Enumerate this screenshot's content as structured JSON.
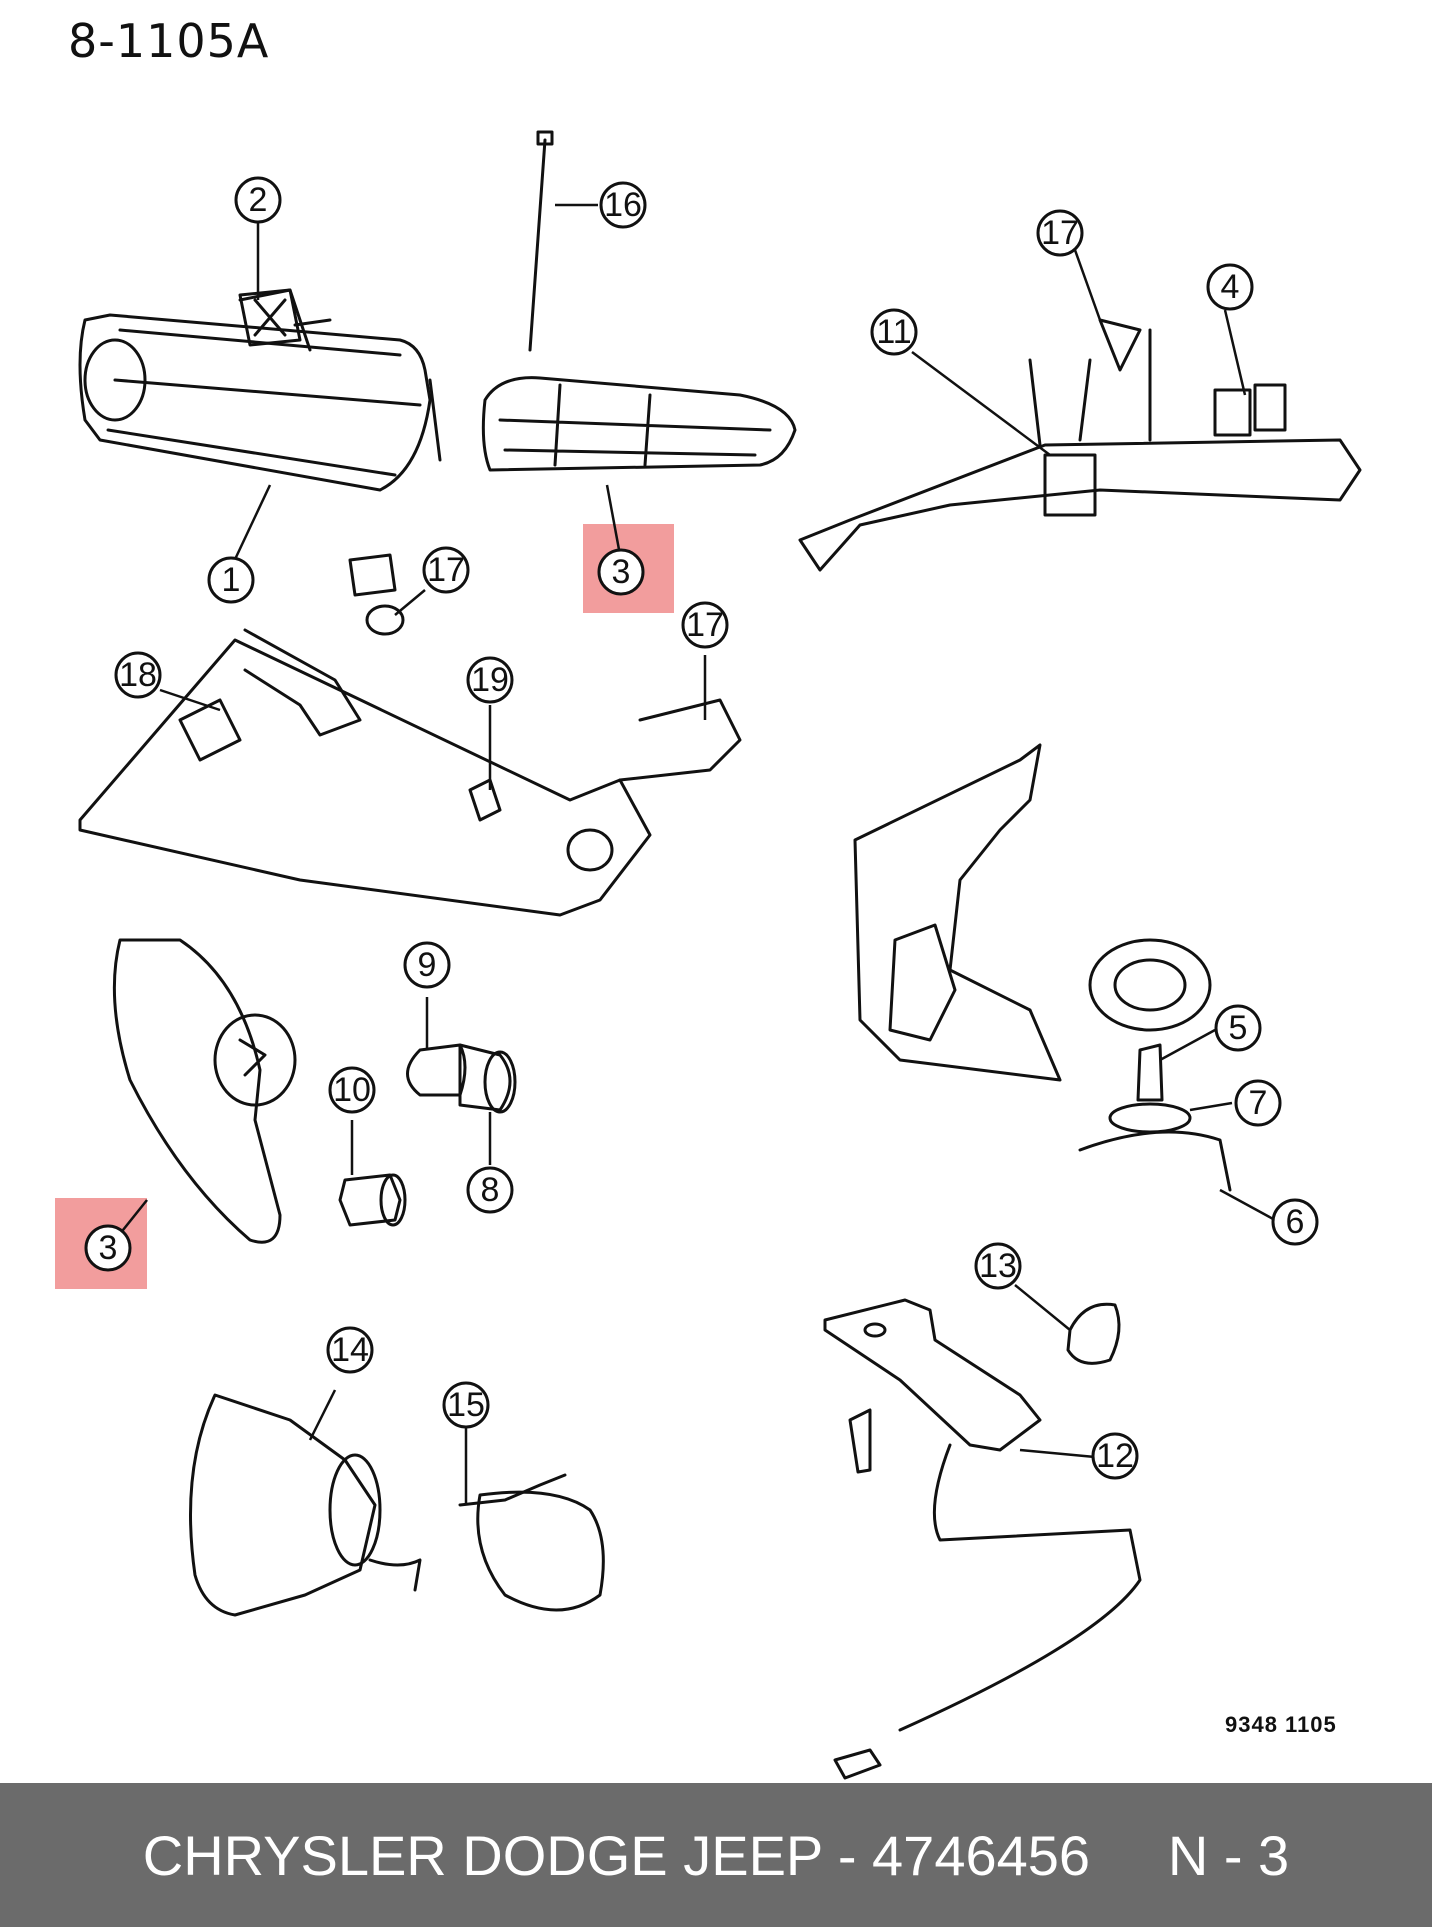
{
  "document": {
    "code": "8-1105A",
    "drawing_code": "9348  1105"
  },
  "callouts": [
    {
      "label": "1"
    },
    {
      "label": "2"
    },
    {
      "label": "3"
    },
    {
      "label": "3"
    },
    {
      "label": "4"
    },
    {
      "label": "5"
    },
    {
      "label": "6"
    },
    {
      "label": "7"
    },
    {
      "label": "8"
    },
    {
      "label": "9"
    },
    {
      "label": "10"
    },
    {
      "label": "11"
    },
    {
      "label": "12"
    },
    {
      "label": "13"
    },
    {
      "label": "14"
    },
    {
      "label": "15"
    },
    {
      "label": "16"
    },
    {
      "label": "17"
    },
    {
      "label": "17"
    },
    {
      "label": "17"
    },
    {
      "label": "17"
    },
    {
      "label": "18"
    },
    {
      "label": "19"
    }
  ],
  "highlight_color": "#f08c8c",
  "footer": {
    "text": "CHRYSLER DODGE JEEP - 4746456     N - 3",
    "background": "#6b6b6b"
  }
}
